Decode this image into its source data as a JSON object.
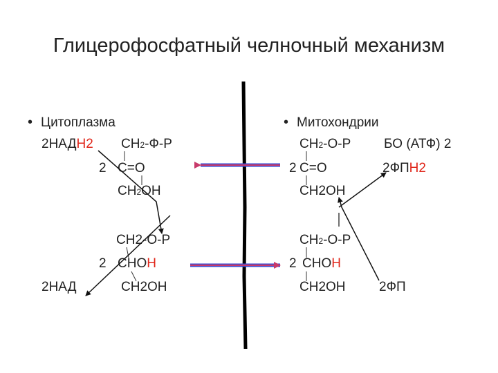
{
  "title": "Глицерофосфатный челночный механизм",
  "left": {
    "bullet": "•",
    "heading": "Цитоплазма",
    "nadh_prefix": "2НАД",
    "nadh_suffix": "Н2",
    "ch2op_a": "СН",
    "ch2op_b": "2",
    "ch2op_c": "-Ф-Р",
    "coeff_top": "2",
    "c_o": "С=О",
    "ch2oh_a": "СН",
    "ch2oh_b": "2",
    "ch2oh_c": "ОН",
    "ch2op2": "СН2-О-Р",
    "coeff_bottom": "2",
    "choh_a": "СНО",
    "choh_b": "Н",
    "nad": "2НАД",
    "ch2oh2": "СН2ОН"
  },
  "right": {
    "bullet": "•",
    "heading": "Митохондрии",
    "ch2op_a": "СН",
    "ch2op_b": "2",
    "ch2op_c": "-О-Р",
    "bo": "БО (АТФ) 2",
    "coeff_top": "2",
    "c_o": "С=О",
    "fph_prefix": "2ФП",
    "fph_suffix": "Н2",
    "ch2oh": "СН2ОН",
    "ch2op2_a": "СН",
    "ch2op2_b": "2",
    "ch2op2_c": "-О-Р",
    "coeff_bottom": "2",
    "choh_a": "СНО",
    "choh_b": "Н",
    "ch2oh2": "СН2ОН",
    "fp": "2ФП"
  },
  "colors": {
    "accent_red": "#e0261a",
    "arrow_blue": "#3b4bd0",
    "arrow_red": "#c83a6a"
  }
}
